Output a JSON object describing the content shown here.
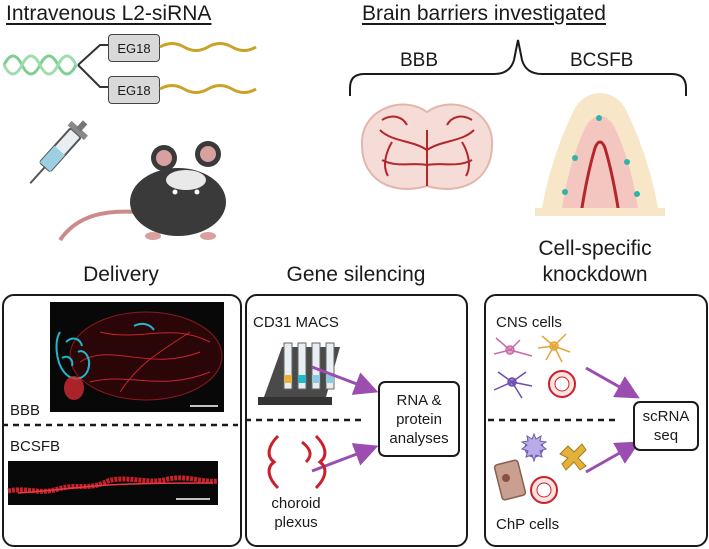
{
  "header_left": {
    "title": "Intravenous L2-siRNA",
    "eg_top": "EG18",
    "eg_bottom": "EG18"
  },
  "header_right": {
    "title": "Brain barriers investigated",
    "bbb": "BBB",
    "bcsfb": "BCSFB"
  },
  "sections": {
    "delivery": {
      "title": "Delivery",
      "bbb_label": "BBB",
      "bcsfb_label": "BCSFB"
    },
    "gene_silencing": {
      "title": "Gene silencing",
      "cd31": "CD31 MACS",
      "choroid_plexus": "choroid plexus",
      "rna_protein": "RNA & protein analyses"
    },
    "knockdown": {
      "title": "Cell-specific knockdown",
      "cns_cells": "CNS cells",
      "chp_cells": "ChP cells",
      "scrna": "scRNA seq"
    }
  },
  "colors": {
    "rna_green": "#7ecf93",
    "linker_yellow": "#c9a227",
    "arrow_purple": "#9b4db0",
    "vessel_red": "#b3262b",
    "micro_cyan": "#22b8c9"
  }
}
